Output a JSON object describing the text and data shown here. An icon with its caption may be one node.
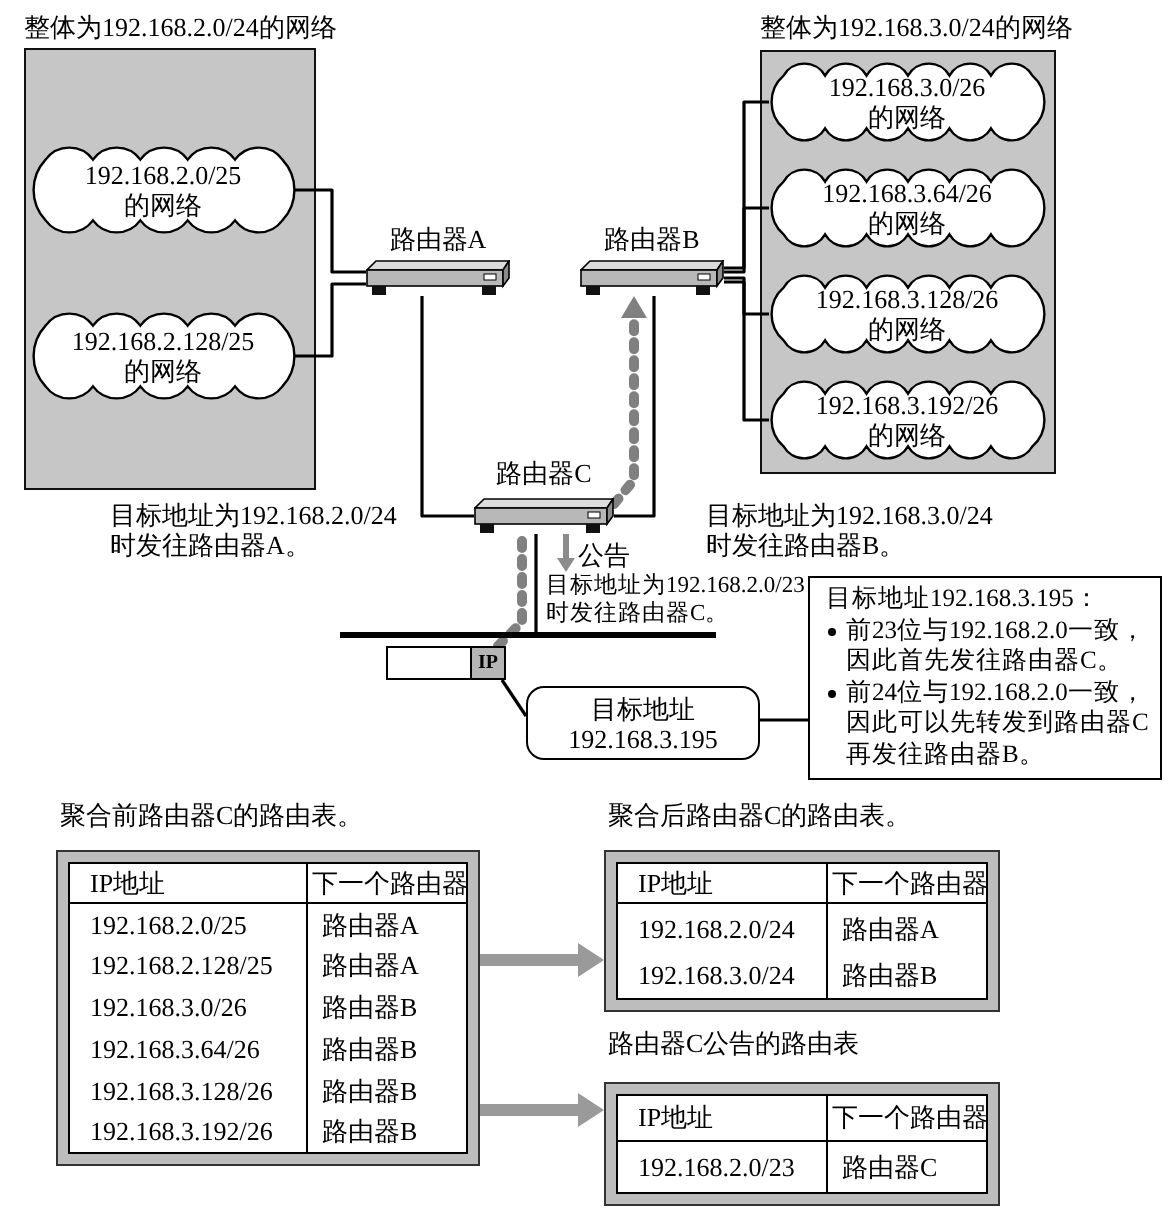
{
  "diagram": {
    "nodes": [
      {
        "text": [
          "整体为192.168.2.0/24的网络"
        ]
      },
      {
        "text": [
          "192.168.2.0/25的网络"
        ],
        "in": 0
      },
      {
        "text": [
          "192.168.2.128/25的网络"
        ],
        "in": 0
      },
      {
        "text": [
          "路由器A"
        ]
      },
      {
        "text": [
          "路由器B"
        ]
      },
      {
        "text": [
          "整体为192.168.3.0/24的网络"
        ]
      },
      {
        "text": [
          "192.168.3.0/26的网络"
        ],
        "in": 5
      },
      {
        "text": [
          "192.168.3.64/26的网络"
        ],
        "in": 5
      },
      {
        "text": [
          "192.168.3.128/26的网络"
        ],
        "in": 5
      },
      {
        "text": [
          "192.168.3.192/26的网络"
        ],
        "in": 5
      },
      {
        "text": [
          "路由器C"
        ]
      },
      {
        "text": [
          "目标地址为192.168.2.0/23时发往路由器C。"
        ]
      },
      {
        "text": [],
        "shape": "bar"
      },
      {
        "text": [
          "IP"
        ]
      },
      {
        "text": [
          "目标地址192.168.3.195"
        ]
      },
      {
        "text": [
          "目标地址192.168.3.195：",
          "前23位与192.168.2.0一致，因此首先发往路由器C。",
          "前24位与192.168.2.0一致，因此可以先转发到路由器C再发往路由器B。"
        ]
      },
      {
        "text": [
          "聚合前路由器C的路由表。",
          "IP地址",
          "下一个路由器",
          "192.168.2.0/25",
          "路由器A",
          "192.168.2.128/25",
          "路由器A",
          "192.168.3.0/26",
          "路由器B",
          "192.168.3.64/26",
          "路由器B",
          "192.168.3.128/26",
          "路由器B",
          "192.168.3.192/26",
          "路由器B"
        ]
      },
      {
        "text": [
          "聚合后路由器C的路由表。",
          "IP地址",
          "下一个路由器",
          "192.168.2.0/24",
          "路由器A",
          "192.168.3.0/24",
          "路由器B"
        ]
      },
      {
        "text": [
          "路由器C公告的路由表",
          "IP地址",
          "下一个路由器",
          "192.168.2.0/23",
          "路由器C"
        ]
      }
    ],
    "edges": [
      {
        "from": 1,
        "to": 3,
        "arrow": "none"
      },
      {
        "from": 2,
        "to": 3,
        "arrow": "none"
      },
      {
        "from": 3,
        "to": 10,
        "arrow": "none"
      },
      {
        "from": 4,
        "to": 10,
        "arrow": "none"
      },
      {
        "from": 4,
        "to": 6,
        "arrow": "none"
      },
      {
        "from": 4,
        "to": 7,
        "arrow": "none"
      },
      {
        "from": 4,
        "to": 8,
        "arrow": "none"
      },
      {
        "from": 4,
        "to": 9,
        "arrow": "none"
      },
      {
        "from": 10,
        "to": 12,
        "arrow": "none"
      },
      {
        "from": 13,
        "to": 10,
        "arrow": "none",
        "style": "dashed",
        "color": "#808080"
      },
      {
        "from": 10,
        "to": 4,
        "arrow": "to",
        "style": "dashed",
        "color": "#808080"
      },
      {
        "from": 14,
        "to": 13,
        "arrow": "none"
      },
      {
        "from": 14,
        "to": 15,
        "arrow": "none"
      },
      {
        "from": 16,
        "to": 17,
        "arrow": "to",
        "style": "thick",
        "color": "#9a9a9a"
      },
      {
        "from": 16,
        "to": 18,
        "arrow": "to",
        "style": "thick",
        "color": "#9a9a9a"
      },
      {
        "from": 10,
        "to": 11,
        "arrow": "to",
        "label": "公告",
        "color": "#8c8c8c"
      }
    ],
    "labels": [
      "目标地址为192.168.2.0/24时发往路由器A。",
      "目标地址为192.168.3.0/24时发往路由器B。"
    ]
  }
}
